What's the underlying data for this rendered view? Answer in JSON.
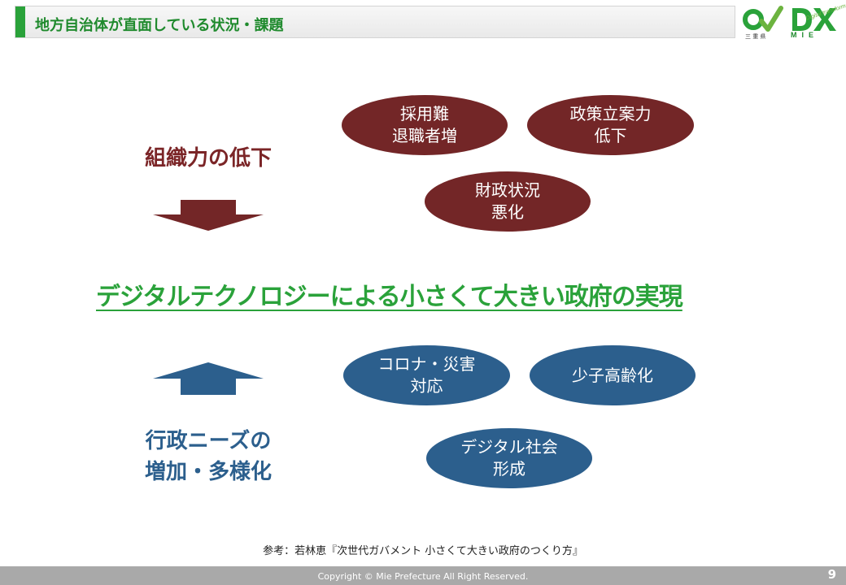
{
  "header": {
    "title": "地方自治体が直面している状況・課題",
    "accent_color": "#2aa23a"
  },
  "logo": {
    "prefecture_small": "三 重 県",
    "mie": "MIE",
    "tagline": "Digital transformation"
  },
  "top_section": {
    "label": "組織力の低下",
    "color": "#732627",
    "items": [
      {
        "text": "採用難\n退職者増"
      },
      {
        "text": "政策立案力\n低下"
      },
      {
        "text": "財政状況\n悪化"
      }
    ]
  },
  "center": {
    "text": "デジタルテクノロジーによる小さくて大きい政府の実現",
    "color": "#2aa23a"
  },
  "bottom_section": {
    "label": "行政ニーズの\n増加・多様化",
    "color": "#2c5f8d",
    "items": [
      {
        "text": "コロナ・災害\n対応"
      },
      {
        "text": "少子高齢化"
      },
      {
        "text": "デジタル社会\n形成"
      }
    ]
  },
  "reference": "参考：若林恵『次世代ガバメント 小さくて大きい政府のつくり方』",
  "footer": {
    "copyright": "Copyright © Mie Prefecture All Right Reserved.",
    "page_number": "9"
  }
}
